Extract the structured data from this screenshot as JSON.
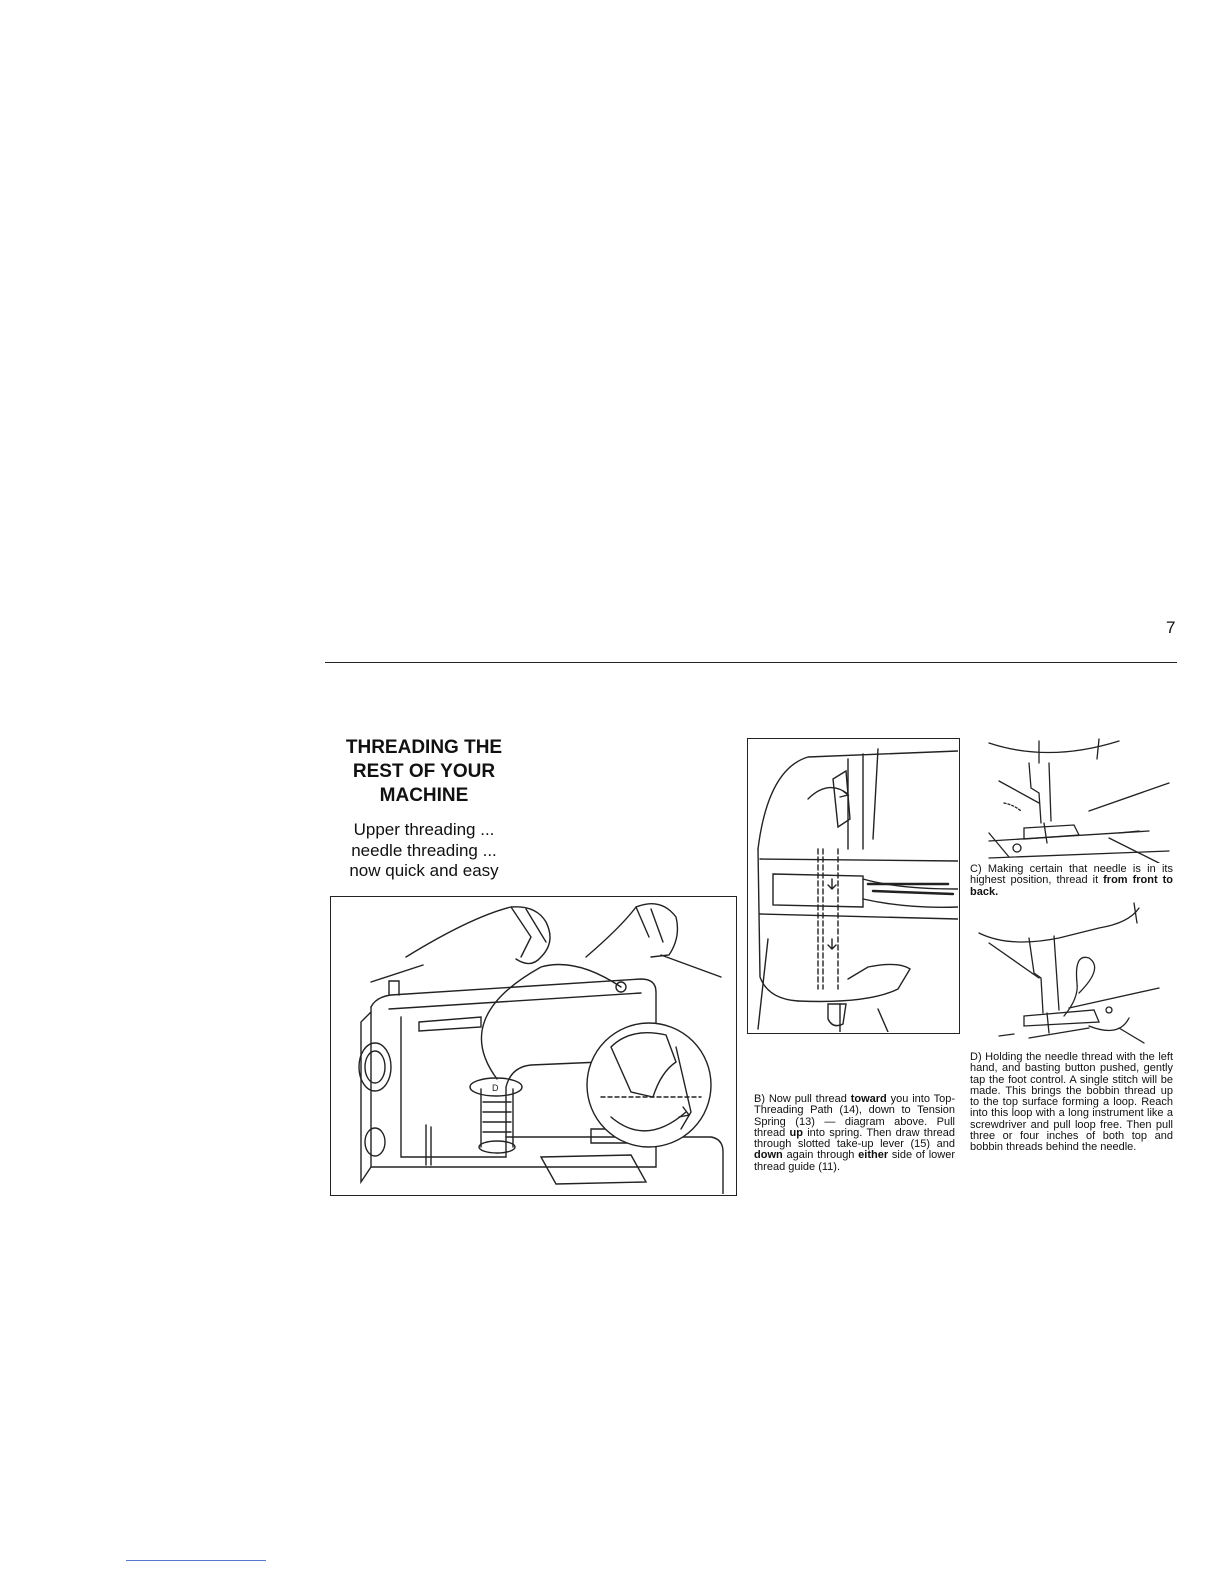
{
  "page": {
    "number": "7",
    "title": [
      "THREADING THE",
      "REST OF YOUR",
      "MACHINE"
    ],
    "subtitle": [
      "Upper threading ...",
      "needle threading ...",
      "now quick and easy"
    ]
  },
  "captions": {
    "b": [
      {
        "t": "B) Now pull thread "
      },
      {
        "t": "toward",
        "b": true
      },
      {
        "t": " you into Top-Threading Path (14), down to Tension Spring (13) — diagram above. Pull thread "
      },
      {
        "t": "up",
        "b": true
      },
      {
        "t": " into spring. Then draw thread through slotted take-up lever (15) and "
      },
      {
        "t": "down",
        "b": true
      },
      {
        "t": " again through "
      },
      {
        "t": "either",
        "b": true
      },
      {
        "t": " side of lower thread guide (11)."
      }
    ],
    "c": [
      {
        "t": "C) Making certain that needle is in its highest position, thread it "
      },
      {
        "t": "from front to back.",
        "b": true
      }
    ],
    "d": [
      {
        "t": "D) Holding the needle thread with the left hand, and basting button pushed, gently tap the foot control. A single stitch will be made. This brings the bobbin thread up to the top surface forming a loop. Reach into this loop with a long instrument like a screwdriver and pull loop free. Then pull three or four inches of both top and bobbin threads behind the needle."
      }
    ]
  },
  "figures": {
    "a": {
      "icon": "sewing-machine-threading-illustration",
      "spool_label": "D"
    },
    "b": {
      "icon": "top-threading-path-illustration"
    },
    "c": {
      "icon": "needle-threading-illustration"
    },
    "d": {
      "icon": "bobbin-loop-illustration"
    }
  }
}
